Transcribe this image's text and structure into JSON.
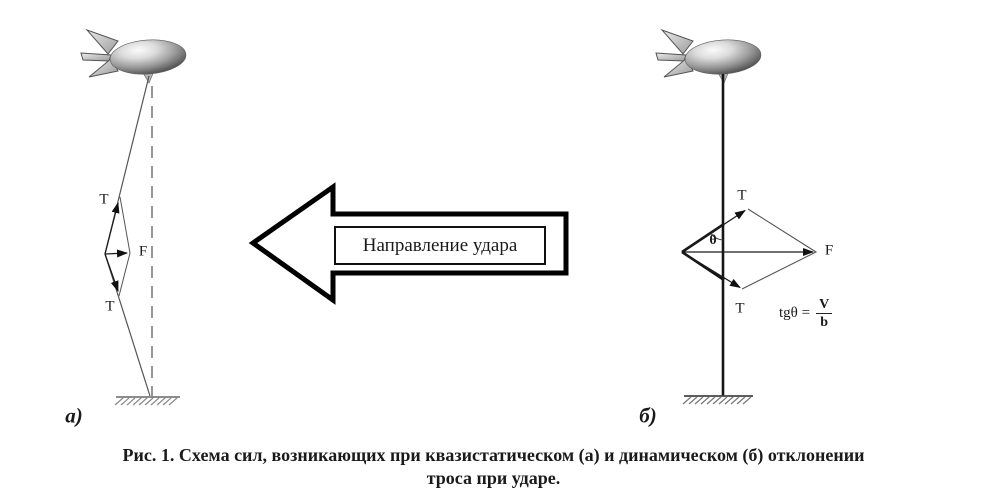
{
  "panel_a": {
    "tension_upper_label": "T",
    "force_label": "F",
    "tension_lower_label": "T",
    "panel_label": "а)"
  },
  "panel_b": {
    "tension_upper_label": "T",
    "theta_label": "θ",
    "force_label": "F",
    "tension_lower_label": "T",
    "panel_label": "б)",
    "formula": {
      "lhs": "tgθ =",
      "numerator": "V",
      "denominator": "b"
    }
  },
  "impact_arrow": {
    "label": "Направление удара"
  },
  "caption": {
    "line1": "Рис. 1. Схема сил, возникающих при квазистатическом (а) и динамическом (б) отклонении",
    "line2": "троса при ударе."
  }
}
